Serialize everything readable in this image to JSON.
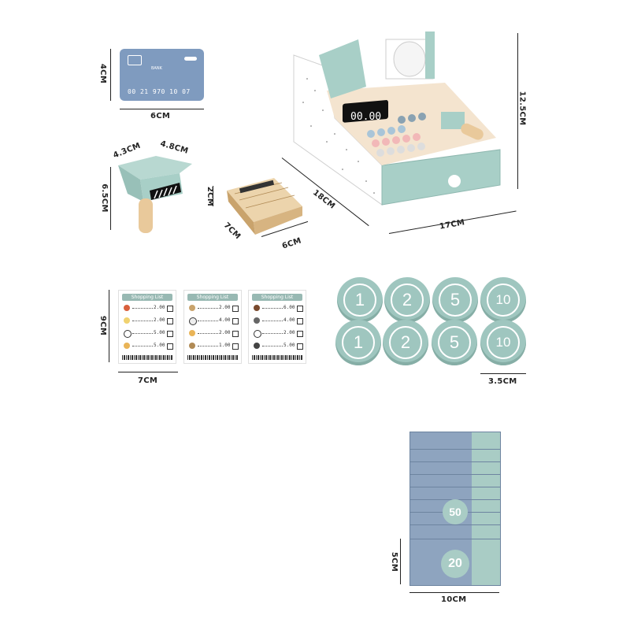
{
  "dimensions": {
    "card_height": "4CM",
    "card_width": "6CM",
    "register_height": "12.5CM",
    "register_depth": "18CM",
    "register_width": "17CM",
    "scanner_top": "4.3CM",
    "scanner_side": "4.8CM",
    "scanner_height": "6.5CM",
    "block_height": "2CM",
    "block_depth": "7CM",
    "block_width": "6CM",
    "list_height": "9CM",
    "list_width": "7CM",
    "coin_diameter": "3.5CM",
    "note_height": "5CM",
    "note_width": "10CM"
  },
  "credit_card": {
    "number": "00 21 970 10 07",
    "bank": "BANK"
  },
  "register": {
    "display": "00.00"
  },
  "shopping_lists": [
    {
      "title": "Shopping List",
      "prices": [
        "2.00",
        "2.00",
        "5.00",
        "5.00"
      ]
    },
    {
      "title": "Shopping List",
      "prices": [
        "2.00",
        "4.00",
        "2.00",
        "1.00"
      ]
    },
    {
      "title": "Shopping List",
      "prices": [
        "6.00",
        "4.00",
        "2.00",
        "5.00"
      ]
    }
  ],
  "coins": [
    "1",
    "2",
    "5",
    "10",
    "1",
    "2",
    "5",
    "10"
  ],
  "notes": {
    "values": [
      "50",
      "20"
    ]
  },
  "colors": {
    "mint": "#9fc6bf",
    "blue_card": "#7f9bbf",
    "wood": "#e9c99b"
  }
}
